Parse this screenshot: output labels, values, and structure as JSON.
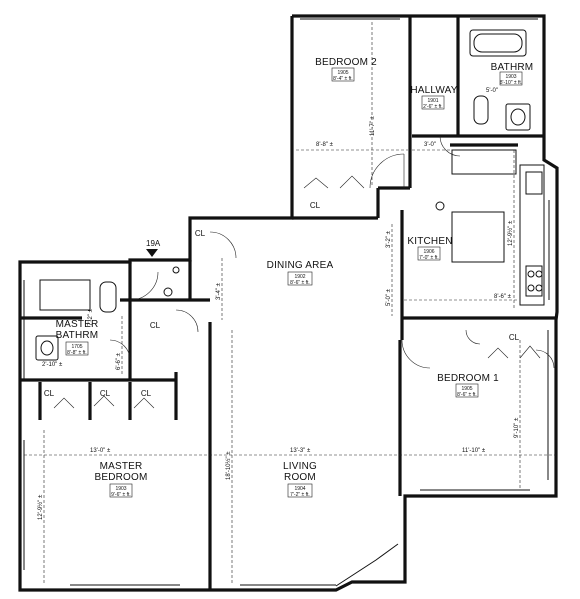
{
  "rooms": {
    "bedroom2": {
      "name": "BEDROOM 2",
      "code": "1905",
      "area": "8'-4\" ± ft."
    },
    "hallway": {
      "name": "HALLWAY",
      "code": "1901",
      "area": "2'-6\" ± ft."
    },
    "bathroom": {
      "name": "BATHRM",
      "code": "1903",
      "area": "8'-10\" ± ft."
    },
    "kitchen": {
      "name": "KITCHEN",
      "code": "1906",
      "area": "7'-0\" ± ft."
    },
    "dining": {
      "name": "DINING AREA",
      "code": "1902",
      "area": "8'-6\" ± ft."
    },
    "master_bath": {
      "name_line1": "MASTER",
      "name_line2": "BATHRM",
      "code": "1705",
      "area": "8'-8\" ± ft."
    },
    "bedroom1": {
      "name": "BEDROOM 1",
      "code": "1905",
      "area": "8'-6\" ± ft."
    },
    "master_bedroom": {
      "name_line1": "MASTER",
      "name_line2": "BEDROOM",
      "code": "1903",
      "area": "9'-6\" ± ft."
    },
    "living": {
      "name_line1": "LIVING",
      "name_line2": "ROOM",
      "code": "1904",
      "area": "7'-2\" ± ft."
    }
  },
  "closets": [
    "CL",
    "CL",
    "CL",
    "CL",
    "CL",
    "CL",
    "CL"
  ],
  "unit_label": "19A",
  "dimensions": {
    "bed2_width": "8'-8\" ±",
    "bed2_depth": "11'-7\" ±",
    "hall_width": "3'-0\"",
    "bath_width": "5'-0\"",
    "kitchen_depth": "12'-9½\" ±",
    "kitchen_width": "8'-6\" ±",
    "dining_depth_a": "3'-2\" ±",
    "dining_depth_b": "5'-0\" ±",
    "dining_left": "3'-4\" ±",
    "master_bath_a": "7'-2\" ±",
    "master_bath_b": "6'-6\" ±",
    "master_bath_c": "2'-10\" ±",
    "master_bed_width": "13'-0\" ±",
    "master_bed_depth": "12'-9½\" ±",
    "living_width": "13'-3\" ±",
    "living_depth": "18'-10½\" ±",
    "bed1_width": "11'-10\" ±",
    "bed1_depth": "9'-10\" ±"
  }
}
